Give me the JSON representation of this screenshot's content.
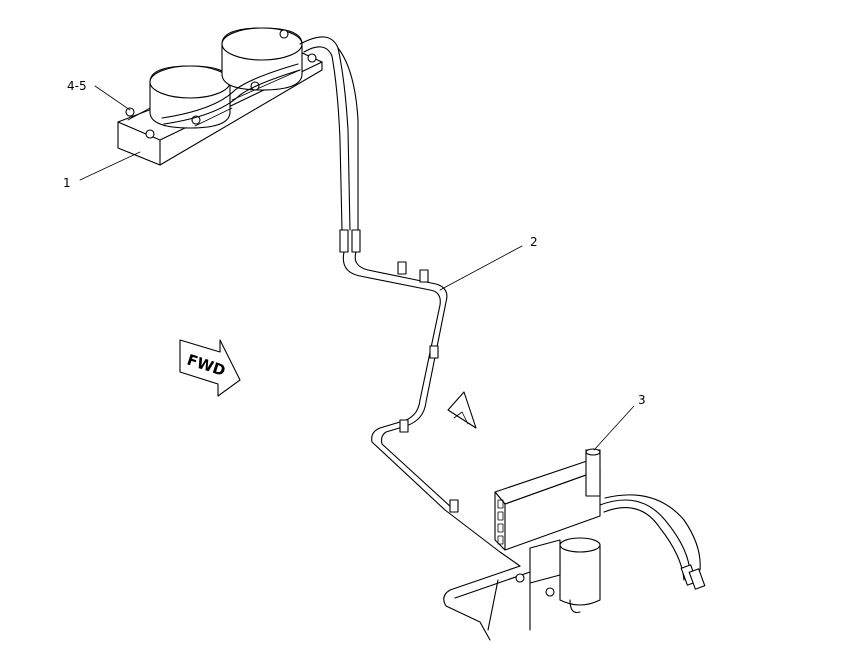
{
  "callouts": {
    "c45": "4-5",
    "c1": "1",
    "c2": "2",
    "c3": "3"
  },
  "arrow": {
    "label": "FWD"
  }
}
